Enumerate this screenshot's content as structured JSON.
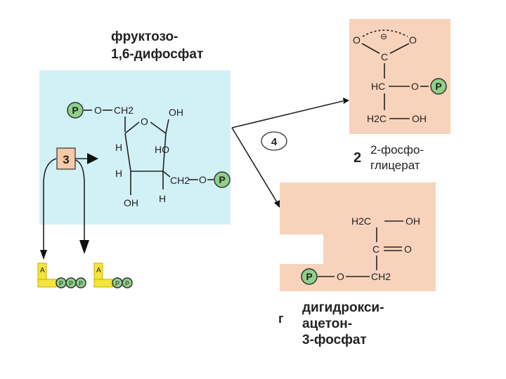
{
  "fbp": {
    "title_line1": "фруктозо-",
    "title_line2": "1,6-дифосфат",
    "atoms": {
      "o_ring": "O",
      "oh": "OH",
      "ho": "HO",
      "h": "H",
      "ch2": "CH2",
      "o": "O"
    },
    "phosphate": "P",
    "step_number": "3"
  },
  "arrow_label": "4",
  "pg": {
    "coefficient": "2",
    "name_line1": "2-фосфо-",
    "name_line2": "глицерат",
    "atoms": {
      "o1": "O",
      "o2": "O",
      "charge": "⊖",
      "c": "C",
      "hc": "HC",
      "o": "O",
      "h2c": "H2C",
      "oh": "OH"
    },
    "phosphate": "P"
  },
  "dhap": {
    "name_line1": "дигидрокси-",
    "name_line2": "ацетон-",
    "name_line3": "3-фосфат",
    "left_mark": "г",
    "atoms": {
      "h2c": "H2C",
      "oh": "OH",
      "c": "C",
      "o_keto": "O",
      "o": "O",
      "ch2": "CH2"
    },
    "phosphate": "P"
  },
  "nucleotides": {
    "atp": {
      "base": "A",
      "phosphates": [
        "P",
        "P",
        "P"
      ]
    },
    "adp": {
      "base": "A",
      "phosphates": [
        "P",
        "P"
      ]
    }
  },
  "colors": {
    "blue_panel": "#d2f1f6",
    "peach_panel": "#f8d3bc",
    "step_box": "#f6c9a7",
    "phosphate": "#8fd08a",
    "nucleotide": "#f2e43c"
  }
}
